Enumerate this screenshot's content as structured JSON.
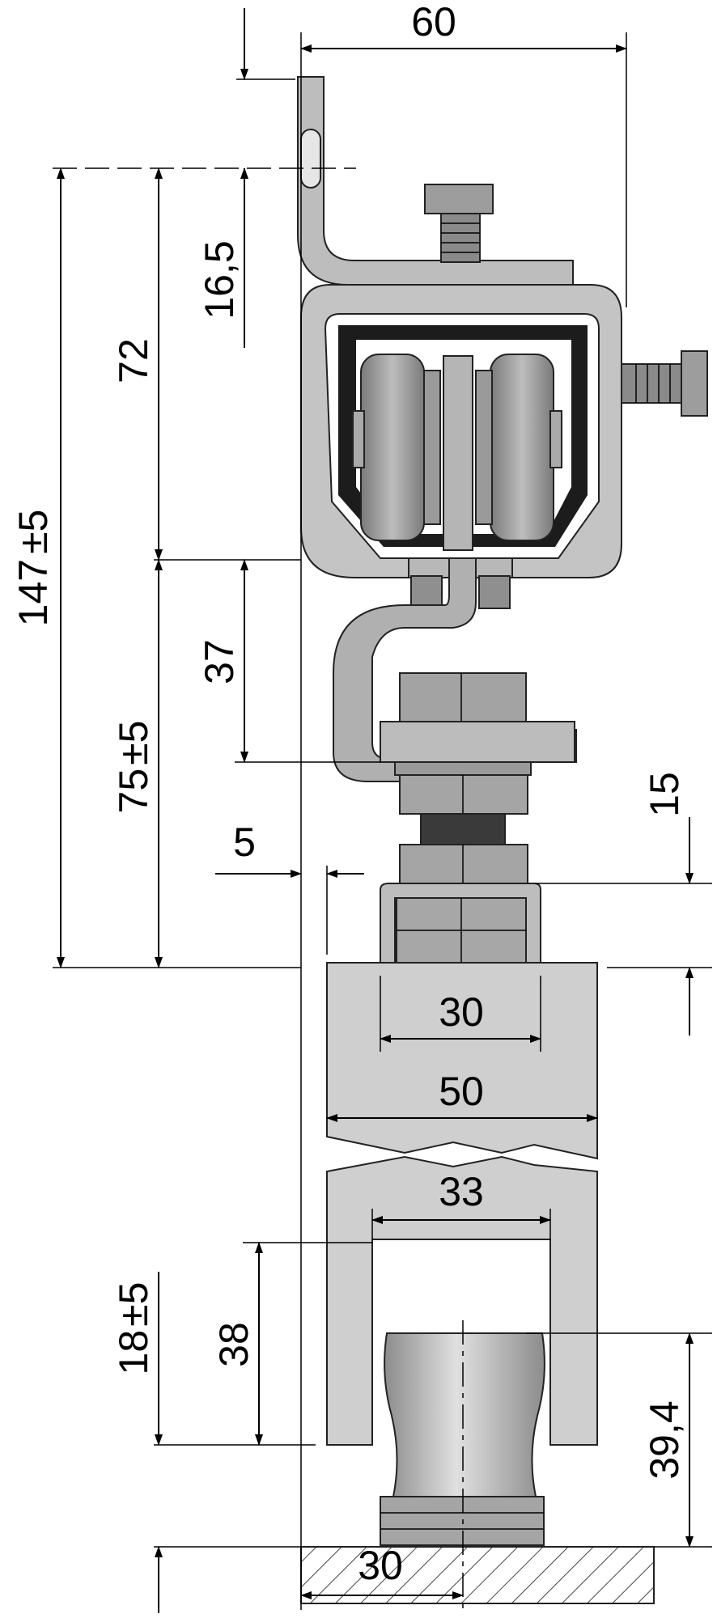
{
  "dimensions": {
    "d60": "60",
    "d16_5": "16,5",
    "d72": "72",
    "d147": "147",
    "d147_tol": "±5",
    "d37": "37",
    "d75": "75",
    "d75_tol": "±5",
    "d15": "15",
    "d5": "5",
    "d30_top": "30",
    "d50": "50",
    "d33": "33",
    "d38": "38",
    "d18": "18",
    "d18_tol": "±5",
    "d39_4": "39,4",
    "d30_bottom": "30"
  },
  "colors": {
    "metal_light": "#c8c8c8",
    "metal_mid": "#9a9a9a",
    "metal_dark": "#6e6e6e",
    "rail": "#cfcfcf",
    "floor": "#bdbdbd"
  }
}
